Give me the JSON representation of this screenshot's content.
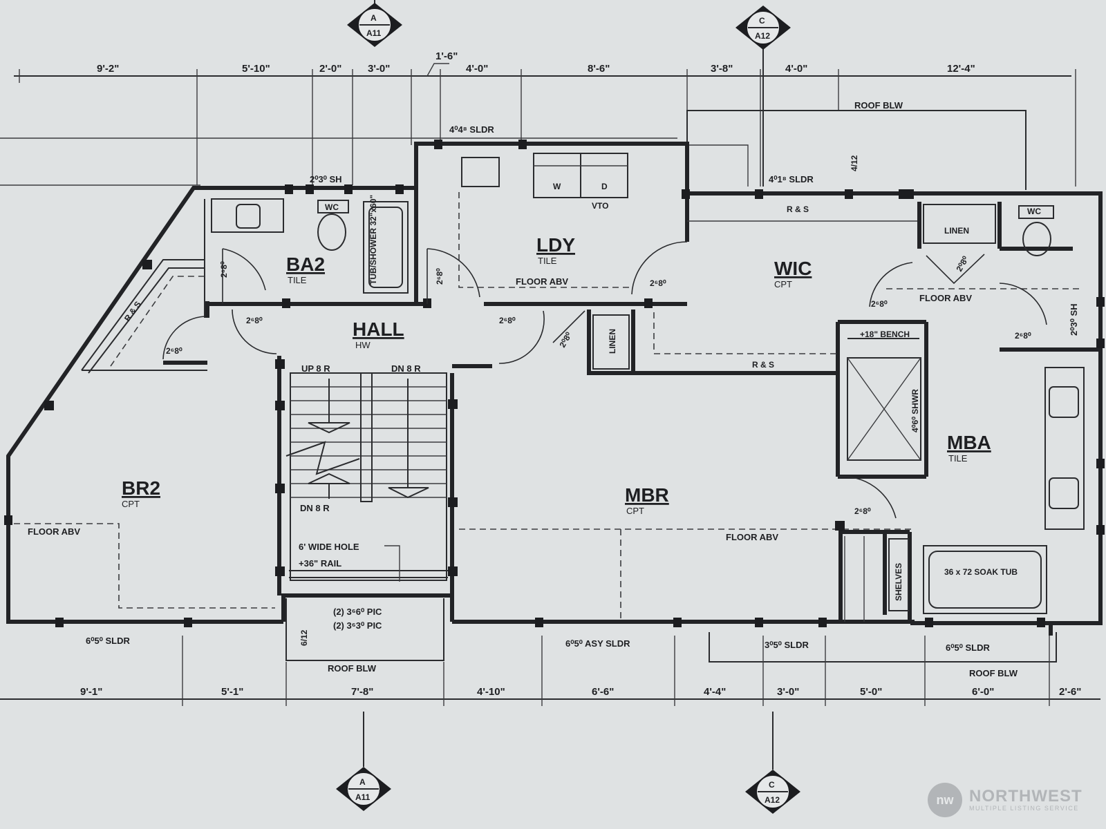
{
  "section_markers": [
    {
      "id": "A-top",
      "letter": "A",
      "sheet": "A11"
    },
    {
      "id": "C-top",
      "letter": "C",
      "sheet": "A12"
    },
    {
      "id": "A-bottom",
      "letter": "A",
      "sheet": "A11"
    },
    {
      "id": "C-bottom",
      "letter": "C",
      "sheet": "A12"
    }
  ],
  "top_dimensions": [
    "9'-2\"",
    "5'-10\"",
    "2'-0\"",
    "3'-0\"",
    "1'-6\"",
    "4'-0\"",
    "8'-6\"",
    "3'-8\"",
    "4'-0\"",
    "12'-4\""
  ],
  "bottom_dimensions": [
    "9'-1\"",
    "5'-1\"",
    "7'-8\"",
    "4'-10\"",
    "6'-6\"",
    "4'-4\"",
    "3'-0\"",
    "5'-0\"",
    "6'-0\"",
    "2'-6\""
  ],
  "rooms": [
    {
      "id": "br2",
      "name": "BR2",
      "finish": "CPT"
    },
    {
      "id": "ba2",
      "name": "BA2",
      "finish": "TILE"
    },
    {
      "id": "ldy",
      "name": "LDY",
      "finish": "TILE"
    },
    {
      "id": "hall",
      "name": "HALL",
      "finish": "HW"
    },
    {
      "id": "wic",
      "name": "WIC",
      "finish": "CPT"
    },
    {
      "id": "mbr",
      "name": "MBR",
      "finish": "CPT"
    },
    {
      "id": "mba",
      "name": "MBA",
      "finish": "TILE"
    }
  ],
  "notes": {
    "roof_blw": "ROOF BLW",
    "sldr_top_ldy": "4⁰4⁸ SLDR",
    "sh_ba2": "2⁰3⁰ SH",
    "sldr_top_wic": "4⁰1⁸ SLDR",
    "rs": "R & S",
    "tub_shower": "TUB/SHOWER 32\"x60\"",
    "wc": "WC",
    "linen": "LINEN",
    "w": "W",
    "d": "D",
    "vto": "VTO",
    "floor_abv": "FLOOR ABV",
    "door_2_8": "2⁶8⁰",
    "door_2_0": "2⁰8⁰",
    "up_8r": "UP 8 R",
    "dn_8r": "DN 8 R",
    "bench": "+18\" BENCH",
    "shwr": "4⁰6⁰ SHWR",
    "wide_hole": "6' WIDE HOLE",
    "rail": "+36\" RAIL",
    "pic_1": "(2) 3⁶6⁰ PIC",
    "pic_2": "(2) 3⁶3⁰ PIC",
    "pitch_6_12": "6/12",
    "pitch_4_12": "4/12",
    "shelves": "SHELVES",
    "soak_tub": "36 x 72 SOAK TUB",
    "sldr_br2": "6⁰5⁰ SLDR",
    "sldr_mbr": "6⁰5⁰ ASY SLDR",
    "sldr_mid": "3⁰5⁰ SLDR",
    "sldr_mba": "6⁰5⁰ SLDR",
    "sh_right": "2⁰3⁰ SH"
  },
  "watermark": {
    "brand": "NORTHWEST",
    "sub": "MULTIPLE LISTING SERVICE",
    "mark": "nw"
  }
}
